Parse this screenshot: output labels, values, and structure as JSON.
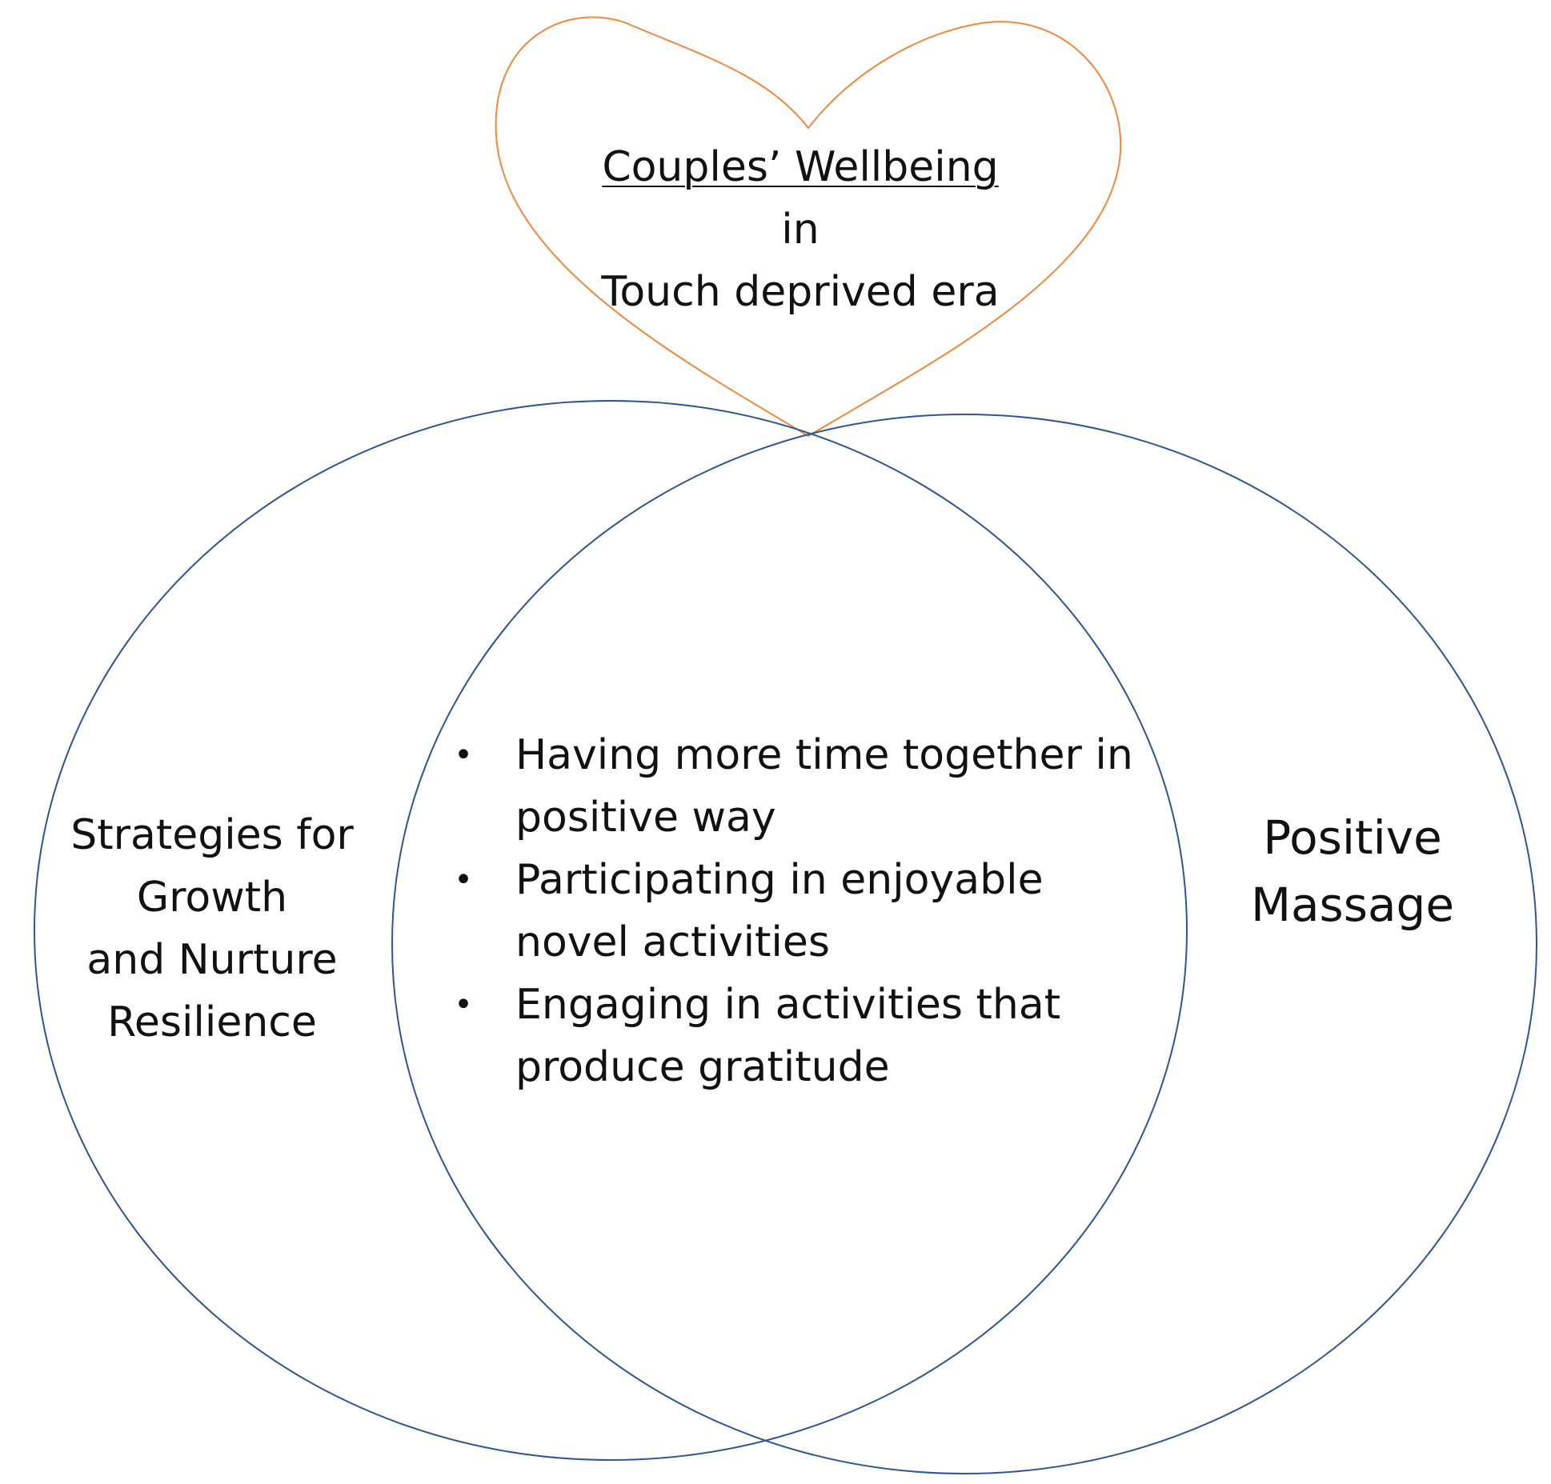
{
  "colors": {
    "heart_stroke": "#F0883E",
    "circle_stroke": "#2F5597",
    "text": "#111111"
  },
  "heart": {
    "title": "Couples’ Wellbeing",
    "line2": "in",
    "line3": "Touch deprived era"
  },
  "left_circle": {
    "line1": "Strategies for",
    "line2": "Growth",
    "line3": "and Nurture",
    "line4": "Resilience"
  },
  "right_circle": {
    "line1": "Positive",
    "line2": "Massage"
  },
  "overlap": {
    "items": [
      {
        "line1": "Having more time together in",
        "line2": "positive way"
      },
      {
        "line1": "Participating in enjoyable",
        "line2": "novel activities"
      },
      {
        "line1": "Engaging in activities that",
        "line2": "produce gratitude"
      }
    ]
  },
  "icons": {
    "bullet": "bullet-dot-icon"
  }
}
